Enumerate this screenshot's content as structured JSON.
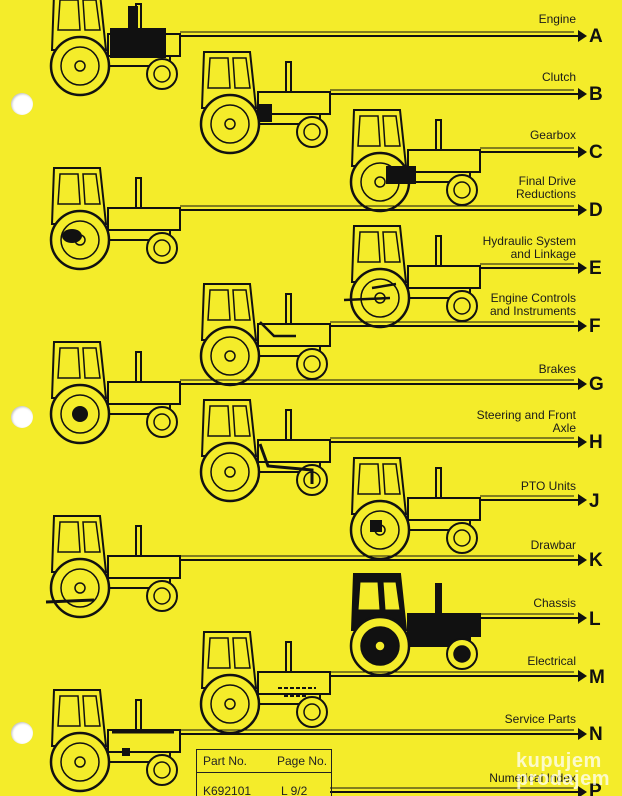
{
  "sections": [
    {
      "letter": "A",
      "label": "Engine"
    },
    {
      "letter": "B",
      "label": "Clutch"
    },
    {
      "letter": "C",
      "label": "Gearbox"
    },
    {
      "letter": "D",
      "label": "Final Drive\nReductions"
    },
    {
      "letter": "E",
      "label": "Hydraulic System\nand Linkage"
    },
    {
      "letter": "F",
      "label": "Engine Controls\nand Instruments"
    },
    {
      "letter": "G",
      "label": "Brakes"
    },
    {
      "letter": "H",
      "label": "Steering and Front\nAxle"
    },
    {
      "letter": "J",
      "label": "PTO Units"
    },
    {
      "letter": "K",
      "label": "Drawbar"
    },
    {
      "letter": "L",
      "label": "Chassis"
    },
    {
      "letter": "M",
      "label": "Electrical"
    },
    {
      "letter": "N",
      "label": "Service Parts"
    },
    {
      "letter": "P",
      "label": "Numerical Index"
    }
  ],
  "part_box": {
    "part_no_label": "Part No.",
    "page_no_label": "Page No.",
    "part_no": "K692101",
    "page_no": "L 9/2"
  },
  "watermark": {
    "line1": "kupujem",
    "line2": "prodajem"
  },
  "colors": {
    "background": "#f4ec2a",
    "ink": "#111111",
    "punch_hole": "#ffffff"
  }
}
